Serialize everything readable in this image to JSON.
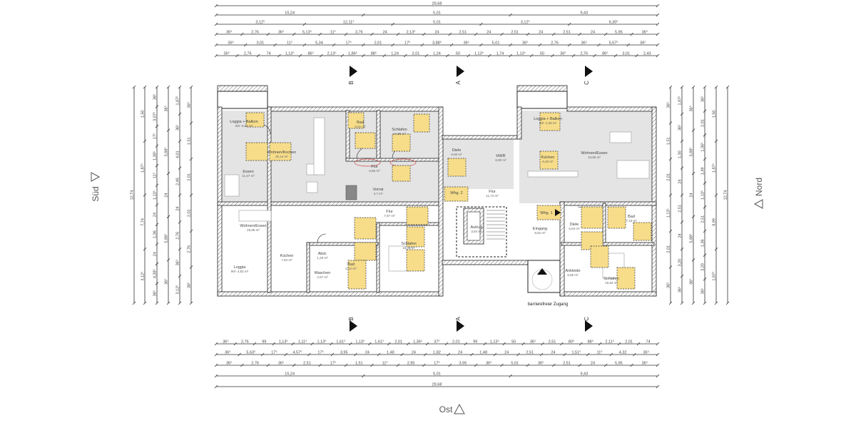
{
  "orientation": {
    "south": "Süd",
    "north": "Nord",
    "east": "Ost"
  },
  "sections": [
    "B",
    "A",
    "C"
  ],
  "access_label": "barrierefreier Zugang",
  "apartments": [
    "Whg. 1",
    "Whg. 2"
  ],
  "colors": {
    "furniture_zone": "#f7dd8a",
    "floor": "#e4e4e4",
    "walls": "#222222"
  },
  "dimensions": {
    "top": [
      [
        "29,68"
      ],
      [
        "15,24",
        "5,01",
        "9,43"
      ],
      [
        "3,12⁵",
        "12,11⁵",
        "5,01",
        "3,12⁵",
        "6,30⁵"
      ],
      [
        "36⁵",
        "2,76",
        "36⁵",
        "5,13⁵",
        "11⁵",
        "3,76",
        "24",
        "2,13⁵",
        "24",
        "2,51",
        "24",
        "2,51",
        "24",
        "2,51",
        "24",
        "5,95",
        "36⁵"
      ],
      [
        "36⁵",
        "3,01",
        "11⁵",
        "5,34",
        "17⁵",
        "2,01",
        "17⁵",
        "3,88⁵",
        "36⁵",
        "5,01",
        "36⁵",
        "2,76",
        "36⁵",
        "5,57⁵",
        "36⁵"
      ],
      [
        "36⁵",
        "2,76",
        "74",
        "1,13⁵",
        "86⁵",
        "2,13⁵",
        "1,86⁵",
        "88⁵",
        "1,24",
        "2,01",
        "1,24",
        "50",
        "1,13⁵",
        "1,74",
        "1,13⁵",
        "50",
        "36⁵",
        "2,76",
        "86⁵",
        "3,01",
        "2,43"
      ]
    ],
    "bottom": [
      [
        "36⁵",
        "2,76",
        "99",
        "1,13⁵",
        "1,11⁵",
        "1,13⁵",
        "1,61⁵",
        "1,13⁵",
        "1,61⁵",
        "2,01",
        "1,36⁵",
        "37⁵",
        "2,01",
        "99",
        "1,13⁵",
        "50",
        "36⁵",
        "2,51",
        "80⁵",
        "88⁵",
        "2,11⁵",
        "2,01",
        "74"
      ],
      [
        "36⁵",
        "5,63⁵",
        "17⁵",
        "4,57⁵",
        "17⁵",
        "3,95",
        "24",
        "1,48",
        "24",
        "1,82",
        "24",
        "1,48",
        "24",
        "2,51",
        "24",
        "1,51⁵",
        "11⁵",
        "4,32",
        "36⁵"
      ],
      [
        "36⁵",
        "2,76",
        "36⁵",
        "2,51",
        "17⁵",
        "1,51",
        "11⁵",
        "2,95",
        "17⁵",
        "3,95",
        "36⁵",
        "5,01",
        "36⁵",
        "2,51",
        "24",
        "5,95",
        "36⁵"
      ],
      [
        "15,24",
        "5,01",
        "9,43"
      ],
      [
        "29,68"
      ]
    ],
    "left": [
      [
        "12,74"
      ],
      [
        "1,50",
        "1,87⁵",
        "7,74",
        "3,12⁵"
      ],
      [
        "36⁵",
        "3,07⁵",
        "17⁵",
        "1,38⁵",
        "11⁵",
        "1,13⁵",
        "24",
        "1,36",
        "24",
        "4,38⁵",
        "36⁵"
      ],
      [
        "36⁵",
        "5,88⁵",
        "24",
        "5,88⁵",
        "36⁵"
      ],
      [
        "1,87⁵",
        "36⁵",
        "4,01",
        "2,46",
        "24",
        "2,76",
        "36⁵",
        "3,12⁵"
      ],
      [
        "36⁵",
        "1,51",
        "2,01",
        "2,01",
        "2,76",
        "36⁵"
      ]
    ],
    "right": [
      [
        "12,74"
      ],
      [
        "1,50",
        "1,87⁵",
        "8,99",
        "1,87⁵"
      ],
      [
        "36⁵",
        "2,01",
        "1,36⁵",
        "1,49",
        "1,13⁵",
        "2,51",
        "1,36",
        "3,20",
        "36⁵"
      ],
      [
        "36⁵",
        "5,88⁵",
        "24",
        "5,88⁵",
        "36⁵"
      ],
      [
        "1,87⁵",
        "36⁵",
        "1,30",
        "24",
        "2,51",
        "24",
        "3,20",
        "36⁵"
      ],
      [
        "36⁵",
        "1,51",
        "2,01",
        "1,13⁵",
        "2,01",
        "36⁵"
      ]
    ]
  },
  "rooms": [
    {
      "name": "Loggia + Balkon",
      "area": "90/- 9,54 m²"
    },
    {
      "name": "Wohnen/Kochen",
      "area": "30,14 m²"
    },
    {
      "name": "Essen",
      "area": "11,57 m²"
    },
    {
      "name": "Bad",
      "area": "5,61 m²"
    },
    {
      "name": "Schlafen",
      "area": "14,80 m²"
    },
    {
      "name": "Flur",
      "area": "6,85 m²"
    },
    {
      "name": "Vorrat",
      "area": "4,7 m²"
    },
    {
      "name": "Wohnen/Essen",
      "area": "26,88 m²"
    },
    {
      "name": "Küchen",
      "area": "7,84 m²"
    },
    {
      "name": "Loggia",
      "area": "90/- 4,82 m²"
    },
    {
      "name": "Abst.",
      "area": "1,29 m²"
    },
    {
      "name": "Waschen",
      "area": "2,57 m²"
    },
    {
      "name": "Bad",
      "area": "6,12 m²"
    },
    {
      "name": "Flur",
      "area": "7,87 m²"
    },
    {
      "name": "Schlafen",
      "area": "15,30 m²"
    },
    {
      "name": "Diele",
      "area": "6,90 m²"
    },
    {
      "name": "HWR",
      "area": "6,90 m²"
    },
    {
      "name": "Flur",
      "area": "11,74 m²"
    },
    {
      "name": "Aufzug",
      "area": "3,84 m²"
    },
    {
      "name": "Eingang",
      "area": "8,53 m²"
    },
    {
      "name": "Loggia + Balkon",
      "area": "90/- 4,28 m²"
    },
    {
      "name": "Küchen",
      "area": "6,45 m²"
    },
    {
      "name": "Wohnen/Essen",
      "area": "33,85 m²"
    },
    {
      "name": "Bad",
      "area": "7,19 m²"
    },
    {
      "name": "Diele",
      "area": "6,94 m²"
    },
    {
      "name": "Ankleide",
      "area": "6,55 m²"
    },
    {
      "name": "Schlafen",
      "area": "15,82 m²"
    }
  ]
}
